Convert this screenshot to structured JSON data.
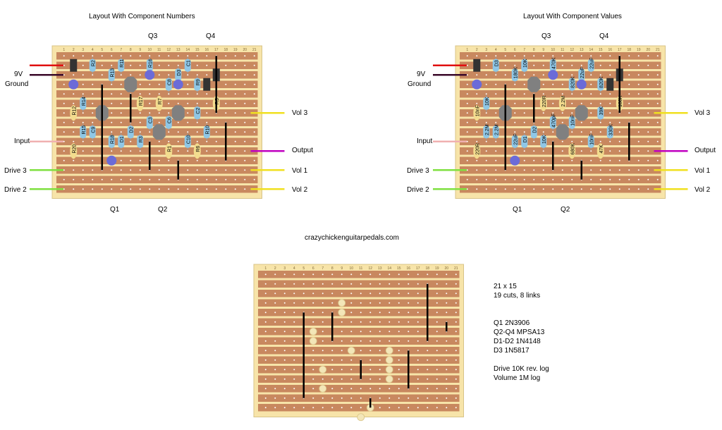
{
  "left_title": "Layout With Component Numbers",
  "right_title": "Layout With Component Values",
  "site": "crazychickenguitarpedals.com",
  "transistors_top": [
    "Q3",
    "Q4"
  ],
  "transistors_bottom": [
    "Q1",
    "Q2"
  ],
  "left_wires": [
    "9V",
    "Ground",
    "Input",
    "Drive 3",
    "Drive 2"
  ],
  "right_wires": [
    "Vol 3",
    "Output",
    "Vol 1",
    "Vol 2"
  ],
  "numbers_labels": [
    "R2",
    "R13",
    "R11",
    "R16",
    "C8",
    "D3",
    "C1",
    "R9",
    "R14",
    "R15",
    "C9",
    "R18",
    "D1",
    "D2",
    "R3",
    "C3",
    "C6",
    "C10",
    "C2",
    "R10",
    "R12",
    "R20",
    "R17",
    "R7",
    "R5",
    "R1",
    "R6",
    "R4",
    "R8",
    "R20",
    "R19",
    "C7",
    "C7",
    "C11",
    "C5"
  ],
  "values_labels": [
    "D3",
    "180K",
    "10K",
    "470K",
    "820K",
    "22uF",
    "22uF",
    "820K",
    "10K",
    "2.2M",
    "2.2M",
    "22uF",
    "D1",
    "D2",
    "10K",
    "470pF",
    "10nF",
    "10nF",
    "39K",
    "330K",
    "10nF",
    "220R",
    "220R",
    "2.2M",
    "100K",
    "680K",
    "47K",
    "10K",
    "150K",
    "100nF",
    "100nF",
    "2.2M",
    "100K",
    "1nF",
    "10nF",
    "22uF"
  ],
  "notes": {
    "size": "21 x 15",
    "cuts": "19 cuts, 8 links",
    "q1": "Q1 2N3906",
    "q24": "Q2-Q4 MPSA13",
    "d12": "D1-D2 1N4148",
    "d3": "D3 1N5817",
    "drive": "Drive 10K rev. log",
    "volume": "Volume 1M log"
  },
  "colors": {
    "board": "#f7e4a9",
    "strip": "#c8885f",
    "resistor": "#8fc7e6",
    "cap_film": "#f3dc8e",
    "cap_elec": "#6b6bd8",
    "transistor": "#808080",
    "diode": "#333333",
    "link": "#000000",
    "wire_power": "#e01010",
    "wire_ground": "#3a0a2a",
    "wire_input": "#f0b0b0",
    "wire_output": "#c000c0",
    "wire_drive": "#7fe040",
    "wire_vol": "#f0e020"
  }
}
